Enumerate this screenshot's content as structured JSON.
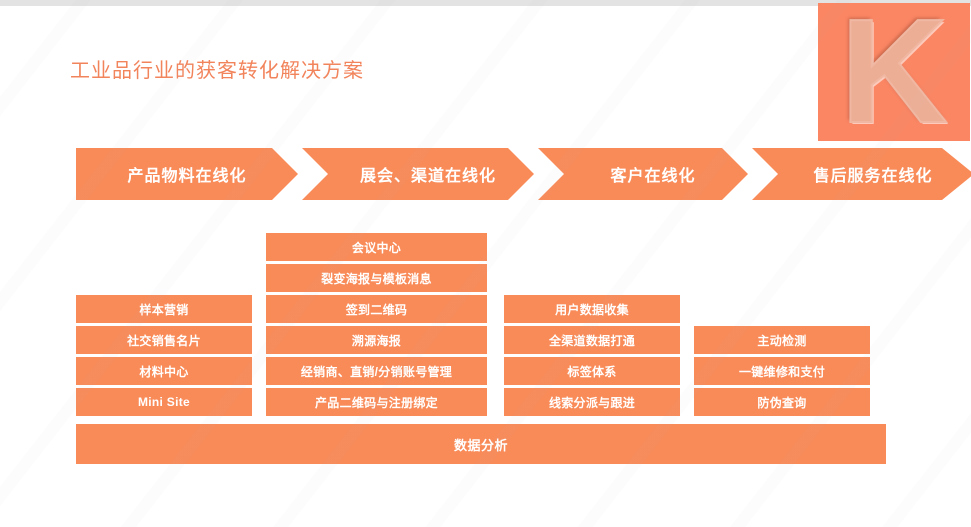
{
  "page": {
    "title": "工业品行业的获客转化解决方案",
    "accent_color": "#F98B59",
    "title_color": "#F2845C",
    "background": "#FFFFFF"
  },
  "logo": {
    "letter": "K",
    "background": "#FB8664",
    "letter_color": "#EDAE96"
  },
  "banner": {
    "stages": [
      {
        "label": "产品物料在线化"
      },
      {
        "label": "展会、渠道在线化"
      },
      {
        "label": "客户在线化"
      },
      {
        "label": "售后服务在线化"
      }
    ]
  },
  "columns": [
    {
      "stage": "产品物料在线化",
      "items": [
        "样本营销",
        "社交销售名片",
        "材料中心",
        "Mini Site"
      ]
    },
    {
      "stage": "展会、渠道在线化",
      "items": [
        "会议中心",
        "裂变海报与模板消息",
        "签到二维码",
        "溯源海报",
        "经销商、直销/分销账号管理",
        "产品二维码与注册绑定"
      ]
    },
    {
      "stage": "客户在线化",
      "items": [
        "用户数据收集",
        "全渠道数据打通",
        "标签体系",
        "线索分派与跟进"
      ]
    },
    {
      "stage": "售后服务在线化",
      "items": [
        "主动检测",
        "一键维修和支付",
        "防伪查询"
      ]
    }
  ],
  "footer": {
    "label": "数据分析"
  }
}
